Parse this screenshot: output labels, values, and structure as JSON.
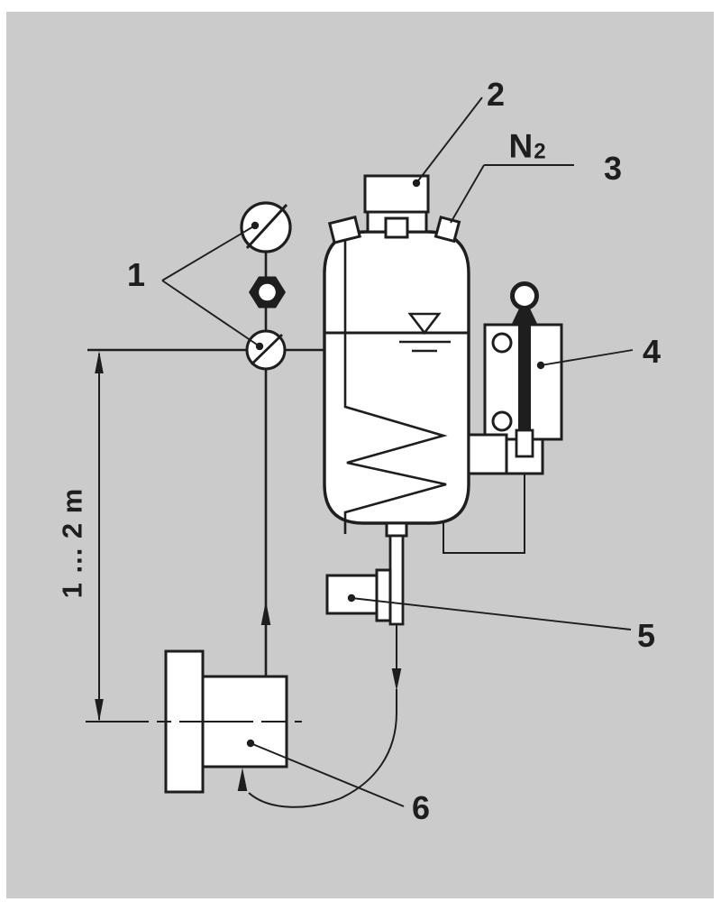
{
  "colors": {
    "page_bg": "#ffffff",
    "panel_bg": "#cbcbcb",
    "ink": "#1e1e1e",
    "fill_white": "#ffffff"
  },
  "labels": {
    "callout_1": "1",
    "callout_2": "2",
    "callout_3": "3",
    "callout_4": "4",
    "callout_5": "5",
    "callout_6": "6",
    "nitrogen_symbol": "N",
    "nitrogen_subscript": "2",
    "dimension_range": "1 ... 2 m"
  }
}
